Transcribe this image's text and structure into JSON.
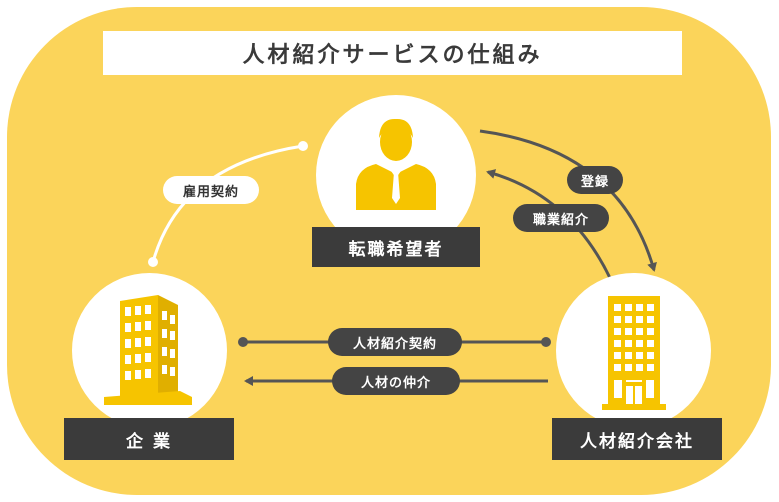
{
  "title": "人材紹介サービスの仕組み",
  "nodes": {
    "candidate": "転職希望者",
    "company": "企 業",
    "agency": "人材紹介会社"
  },
  "edges": {
    "employment_contract": "雇用契約",
    "register": "登録",
    "job_introduction": "職業紹介",
    "placement_contract": "人材紹介契約",
    "mediation": "人材の仲介"
  },
  "colors": {
    "background": "#fbd45a",
    "accent": "#f6c400",
    "label_box": "#3b3b3b",
    "arrow": "#555555"
  }
}
